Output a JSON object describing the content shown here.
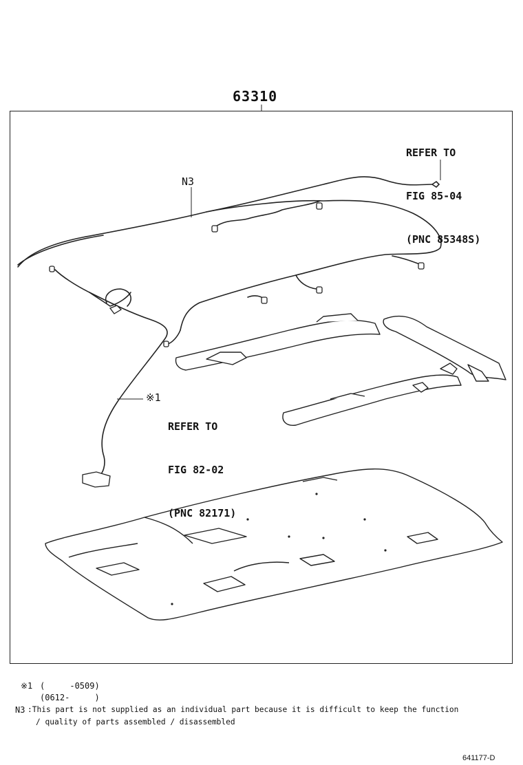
{
  "part_number": "63310",
  "callouts": {
    "top_right": {
      "line1": "REFER TO",
      "line2": "FIG 85-04",
      "line3": "(PNC 85348S)"
    },
    "n3_label": "N3",
    "left_middle": {
      "mark": "※1",
      "line1": "REFER TO",
      "line2": "FIG 82-02",
      "line3": "(PNC 82171)"
    }
  },
  "footnotes": {
    "note1_mark": "※1",
    "note1_line1": "(     -0509)",
    "note1_line2": "(0612-     )",
    "n3_mark": "N3",
    "n3_line1": ":This part is not supplied as an individual part because it is difficult to keep the function",
    "n3_line2": "/ quality of parts assembled / disassembled"
  },
  "figure_code": "641177-D"
}
